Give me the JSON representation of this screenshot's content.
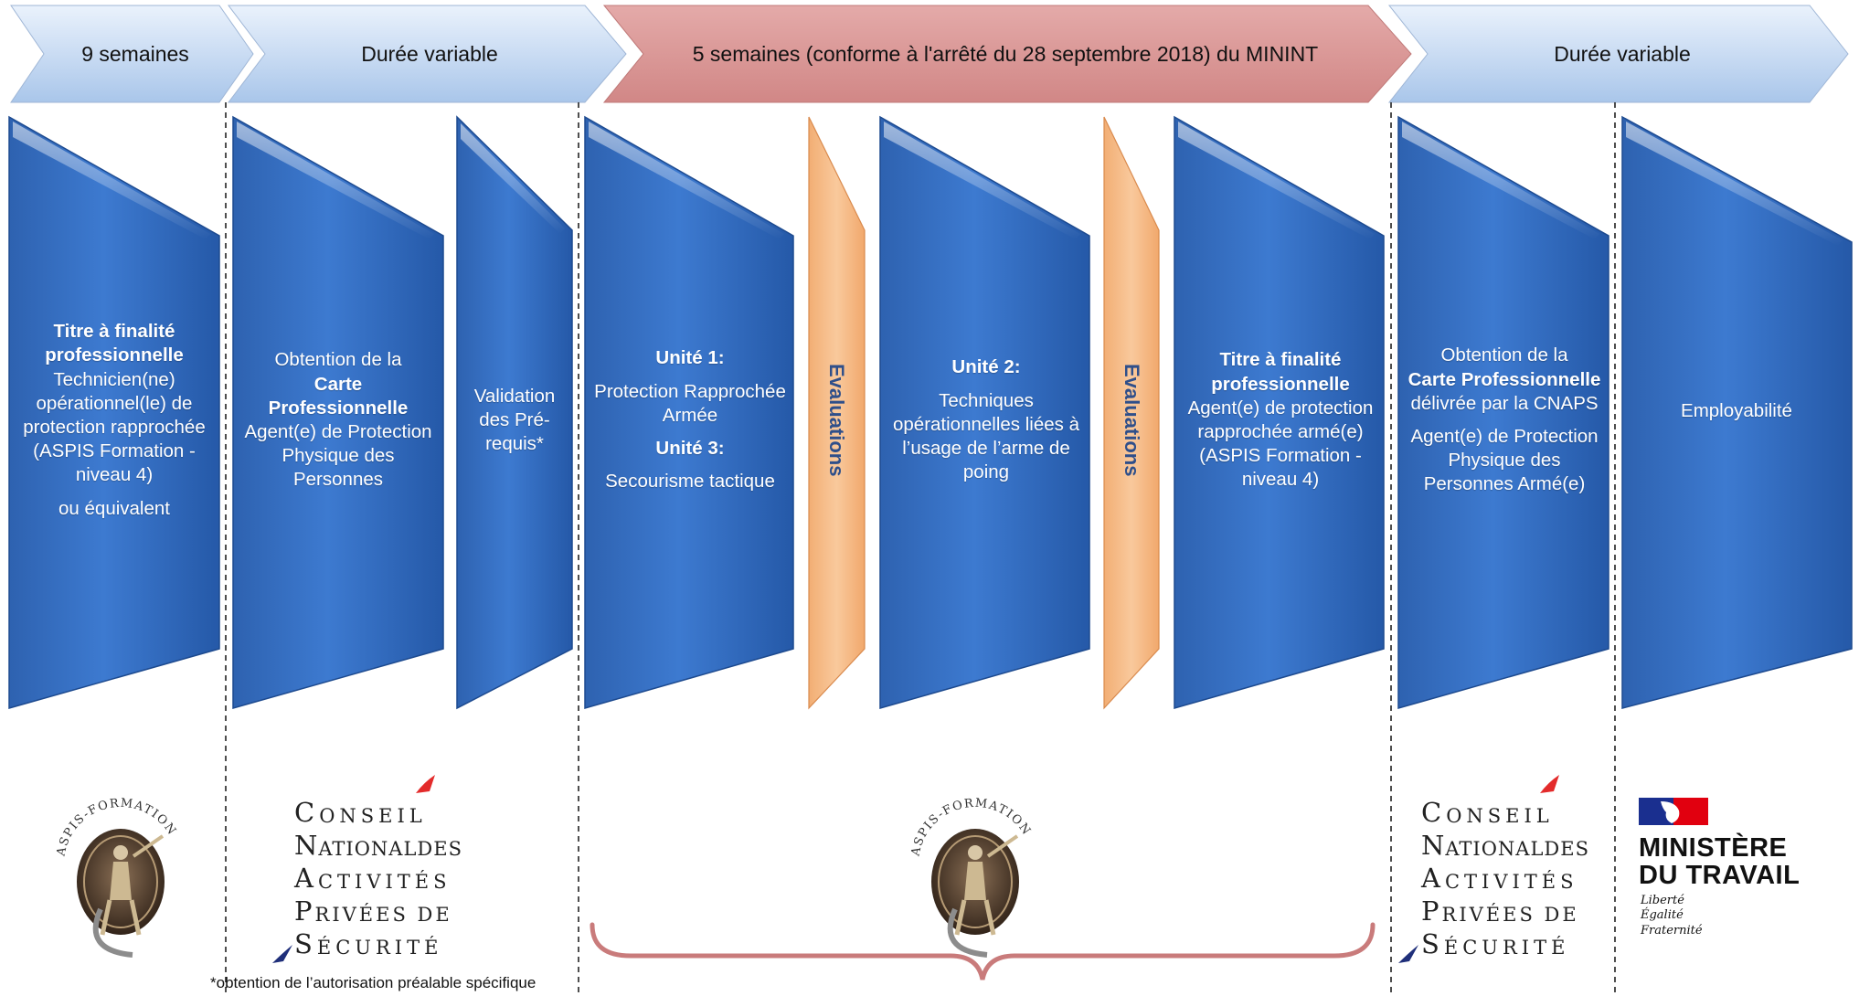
{
  "header_bars": [
    {
      "label": "9 semaines"
    },
    {
      "label": "Durée variable"
    },
    {
      "label": "5 semaines (conforme à l'arrêté du 28 septembre 2018) du MININT"
    },
    {
      "label": "Durée variable"
    }
  ],
  "steps": {
    "titre_tech": {
      "bold": "Titre à finalité professionnelle",
      "body": "Technicien(ne) opérationnel(le) de protection rapprochée (ASPIS Formation - niveau 4)",
      "extra": "ou équivalent"
    },
    "carte_app": {
      "pre": "Obtention de la",
      "bold": "Carte Professionnelle",
      "body": "Agent(e) de Protection Physique des Personnes"
    },
    "validation": {
      "body": "Validation des Pré-requis*"
    },
    "unites_1_3": {
      "u1_title": "Unité 1:",
      "u1_body": "Protection Rapprochée Armée",
      "u3_title": "Unité 3:",
      "u3_body": "Secourisme tactique"
    },
    "eval_1": {
      "label": "Evaluations"
    },
    "unite_2": {
      "title": "Unité 2:",
      "body": "Techniques opérationnelles liées à l’usage de l’arme de poing"
    },
    "eval_2": {
      "label": "Evaluations"
    },
    "titre_arme": {
      "bold": "Titre à finalité professionnelle",
      "body": "Agent(e) de protection rapprochée armé(e) (ASPIS Formation - niveau 4)"
    },
    "carte_arme": {
      "pre": "Obtention de la",
      "bold": "Carte Professionnelle",
      "mid": "délivrée par la CNAPS",
      "body": "Agent(e) de Protection Physique des Personnes Armé(e)"
    },
    "employabilite": {
      "body": "Employabilité"
    }
  },
  "logos": {
    "aspis_text": "ASPIS-FORMATION",
    "cnaps_lines": [
      {
        "initial": "C",
        "rest": "ONSEIL"
      },
      {
        "initial": "N",
        "rest": "ATIONALDES"
      },
      {
        "initial": "A",
        "rest": "CTIVITÉS"
      },
      {
        "initial": "P",
        "rest": "RIVÉES DE"
      },
      {
        "initial": "S",
        "rest": "ÉCURITÉ"
      }
    ],
    "ministere": {
      "line1": "MINISTÈRE",
      "line2": "DU TRAVAIL",
      "motto": [
        "Liberté",
        "Égalité",
        "Fraternité"
      ]
    }
  },
  "footnote": "*obtention de l’autorisation préalable spécifique",
  "colors": {
    "blue_dark": "#1f4f97",
    "blue_mid": "#2f6cc0",
    "blue_light": "#4f90dc",
    "orange": "#f7c292",
    "header_blue": "#c9dcf3",
    "header_red": "#d99594",
    "brace": "#c97b7b",
    "navy_text": "#2f4f8a"
  }
}
